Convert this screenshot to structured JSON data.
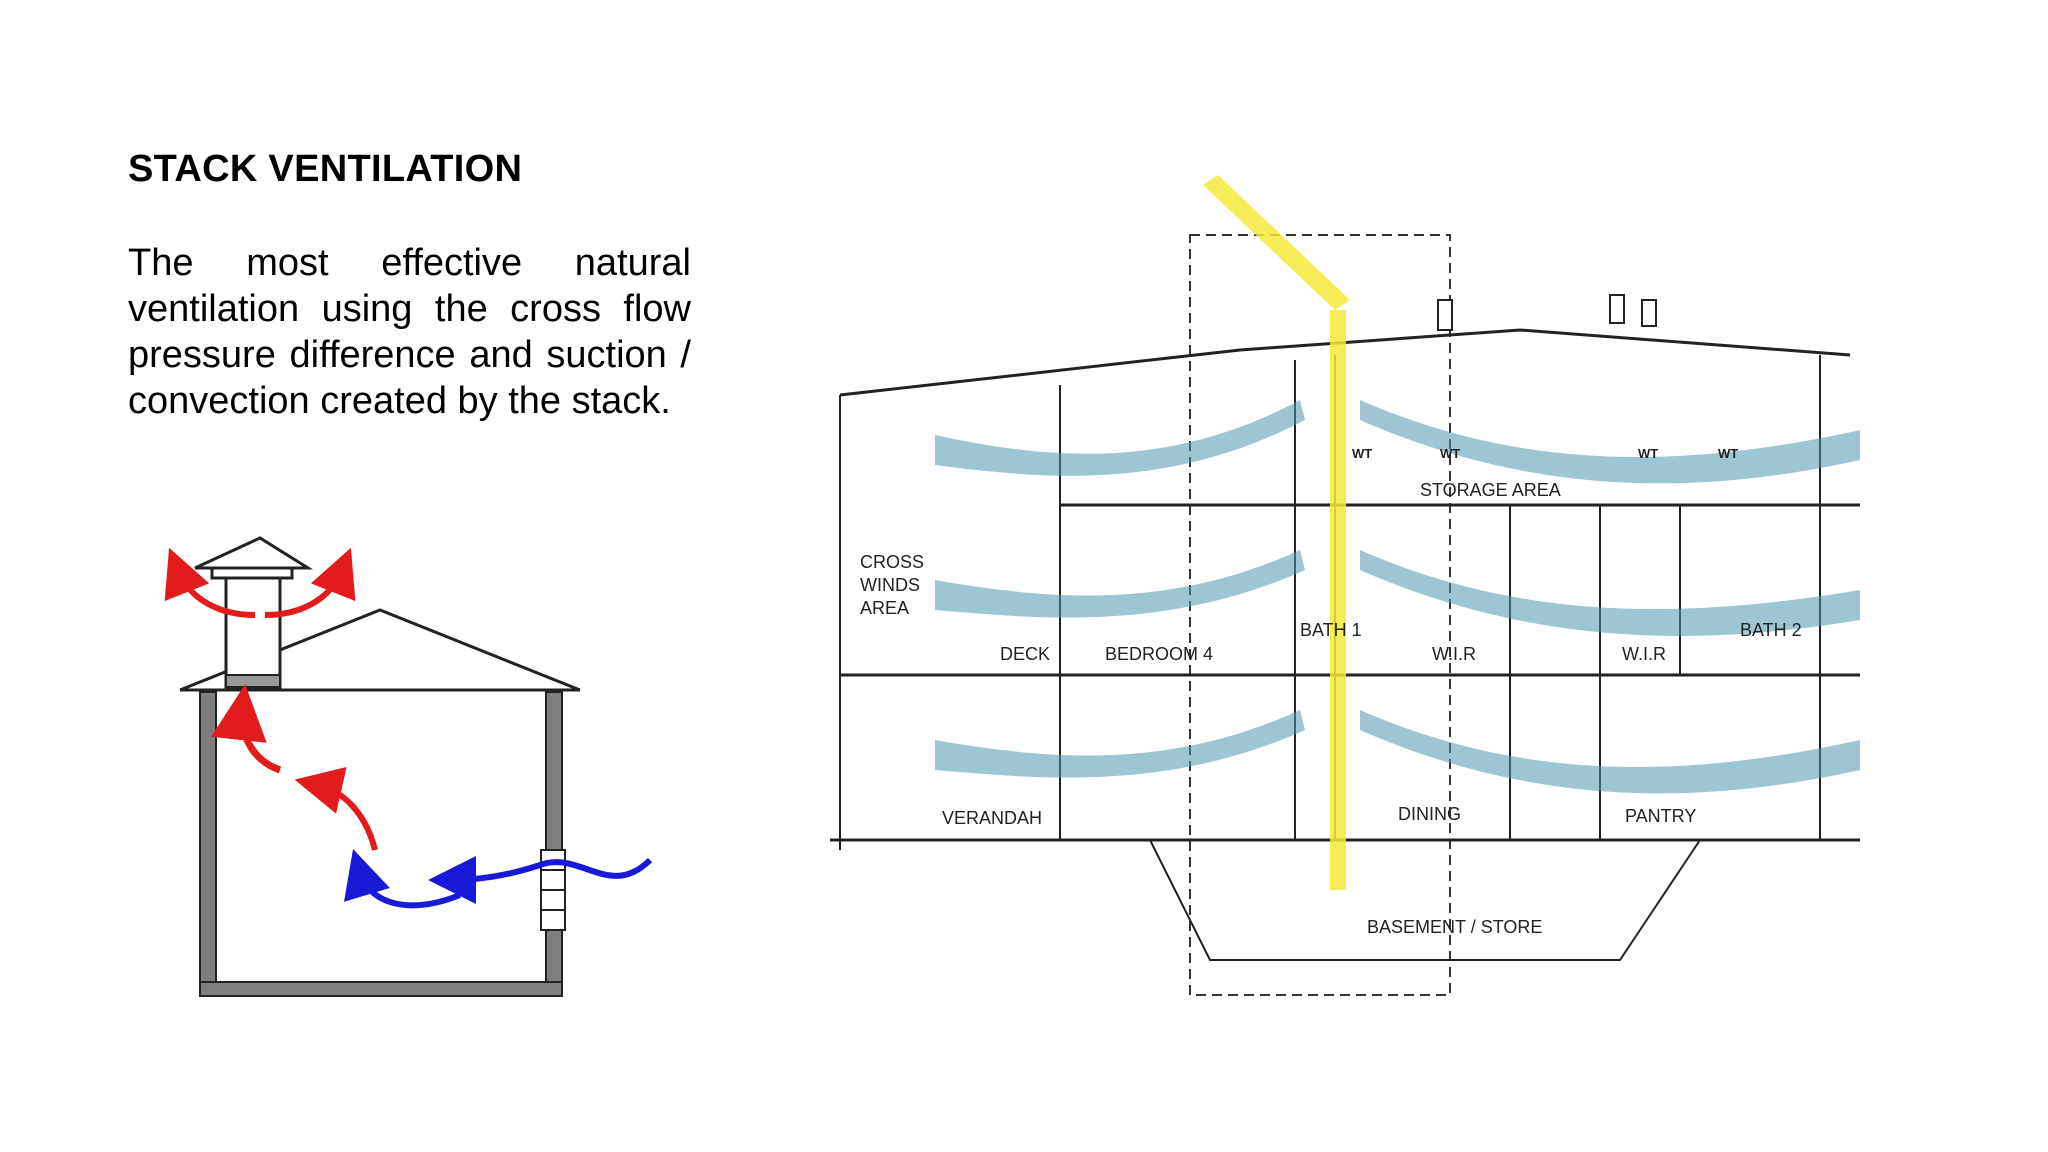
{
  "slide": {
    "title": "STACK VENTILATION",
    "description": "The most effective natural ventilation using the cross flow pressure difference and suction / convection created by the stack."
  },
  "section_labels": {
    "cross_winds": [
      "CROSS",
      "WINDS",
      "AREA"
    ],
    "deck": "DECK",
    "bedroom4": "BEDROOM 4",
    "bath1": "BATH 1",
    "wir1": "W.I.R",
    "wir2": "W.I.R",
    "bath2": "BATH 2",
    "storage": "STORAGE AREA",
    "wt": "WT",
    "verandah": "VERANDAH",
    "dining": "DINING",
    "pantry": "PANTRY",
    "basement": "BASEMENT / STORE"
  },
  "colors": {
    "hot_air": "#e21b1b",
    "cool_air": "#1a1ad6",
    "airflow": "#4f97ad",
    "stack_highlight": "#f2ea3a",
    "wall_grey": "#7f7f7f"
  }
}
